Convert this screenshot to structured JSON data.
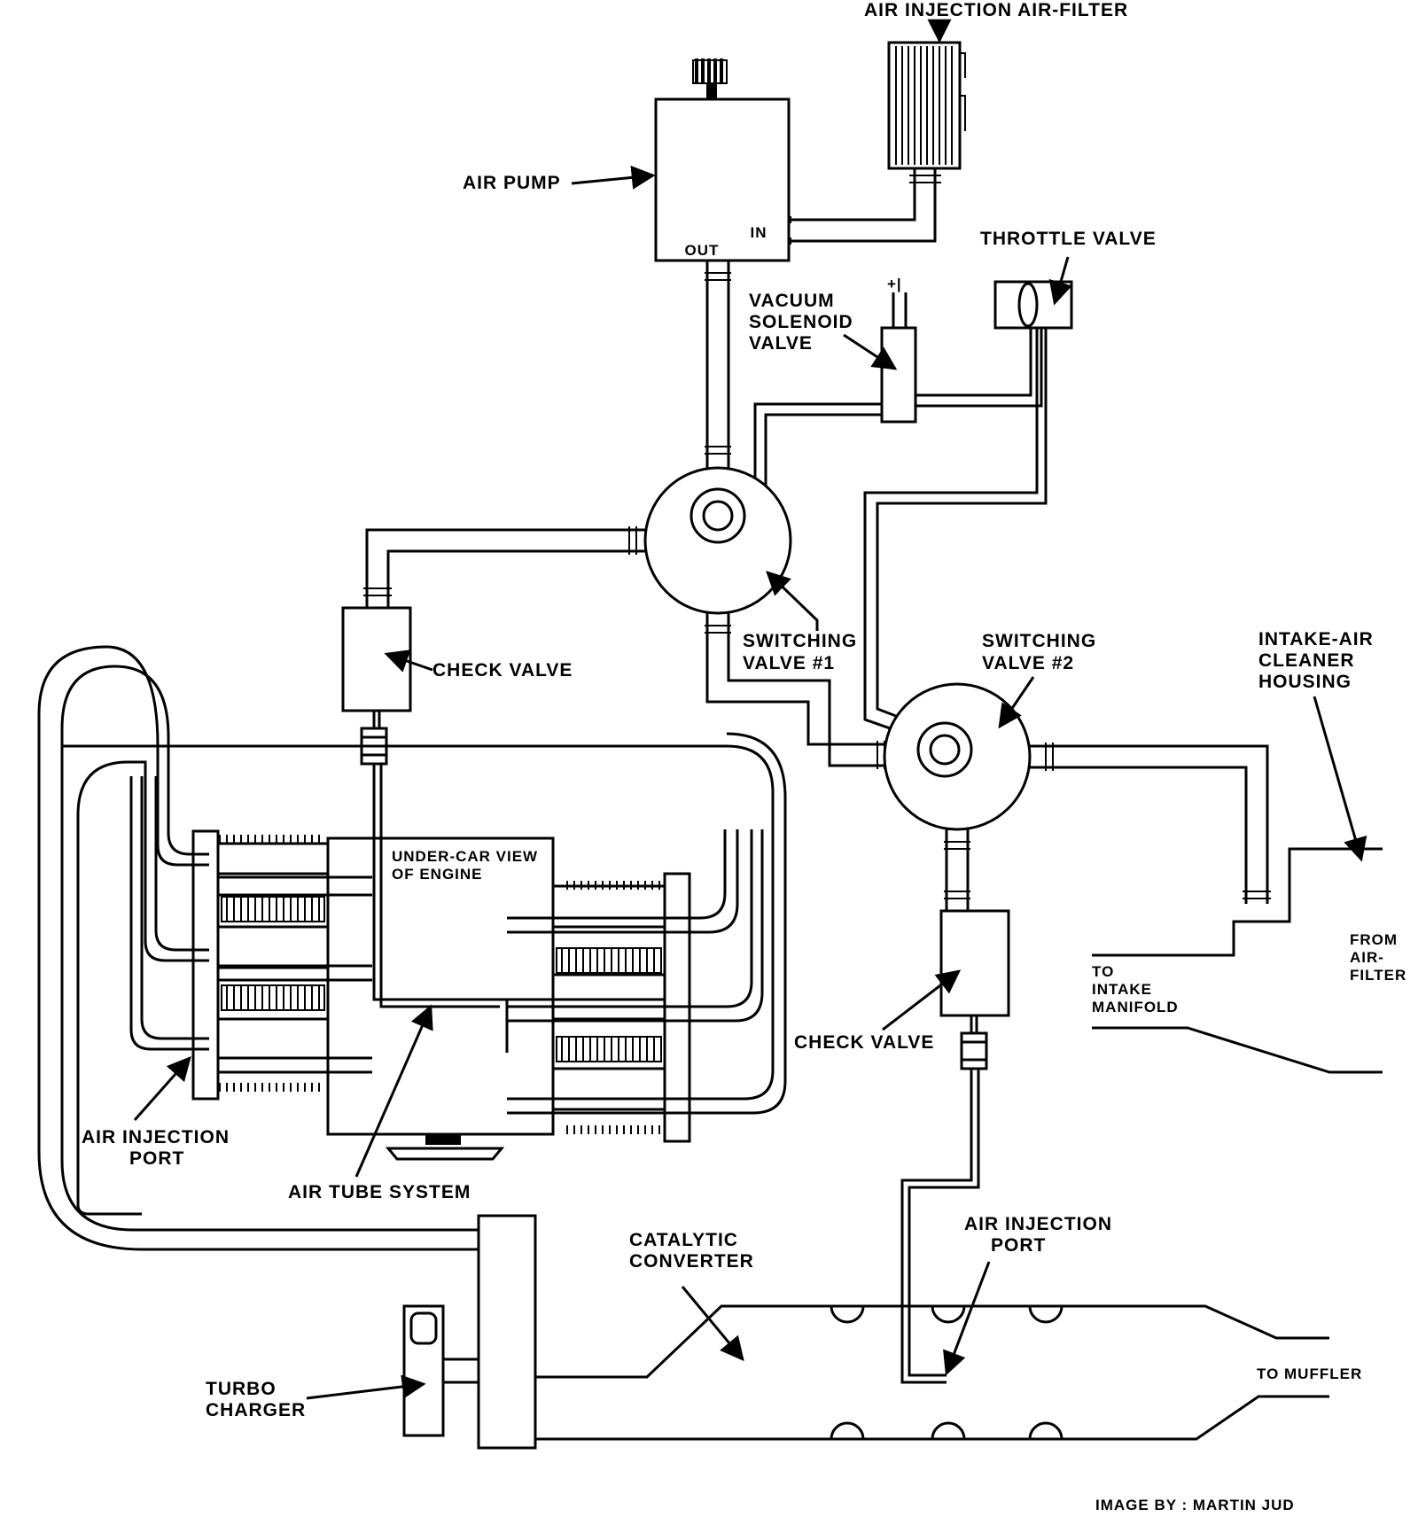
{
  "labels": {
    "air_injection_air_filter": "AIR INJECTION AIR-FILTER",
    "air_pump": "AIR PUMP",
    "pump_in": "IN",
    "pump_out": "OUT",
    "throttle_valve": "THROTTLE VALVE",
    "vacuum_solenoid_valve": [
      "VACUUM",
      "SOLENOID",
      "VALVE"
    ],
    "solenoid_terminals": "+|",
    "switching_valve_1": [
      "SWITCHING",
      "VALVE #1"
    ],
    "switching_valve_2": [
      "SWITCHING",
      "VALVE #2"
    ],
    "check_valve_1": "CHECK VALVE",
    "check_valve_2": "CHECK VALVE",
    "intake_air_cleaner_housing": [
      "INTAKE-AIR",
      "CLEANER",
      "HOUSING"
    ],
    "from_air_filter": [
      "FROM",
      "AIR-",
      "FILTER"
    ],
    "to_intake_manifold": [
      "TO",
      "INTAKE",
      "MANIFOLD"
    ],
    "under_car_view": [
      "UNDER-CAR VIEW",
      "OF ENGINE"
    ],
    "air_injection_port_left": [
      "AIR INJECTION",
      "PORT"
    ],
    "air_tube_system": "AIR TUBE SYSTEM",
    "catalytic_converter": [
      "CATALYTIC",
      "CONVERTER"
    ],
    "air_injection_port_right": [
      "AIR INJECTION",
      "PORT"
    ],
    "turbo_charger": [
      "TURBO",
      "CHARGER"
    ],
    "to_muffler": "TO MUFFLER",
    "credit": "IMAGE BY : MARTIN JUD"
  }
}
